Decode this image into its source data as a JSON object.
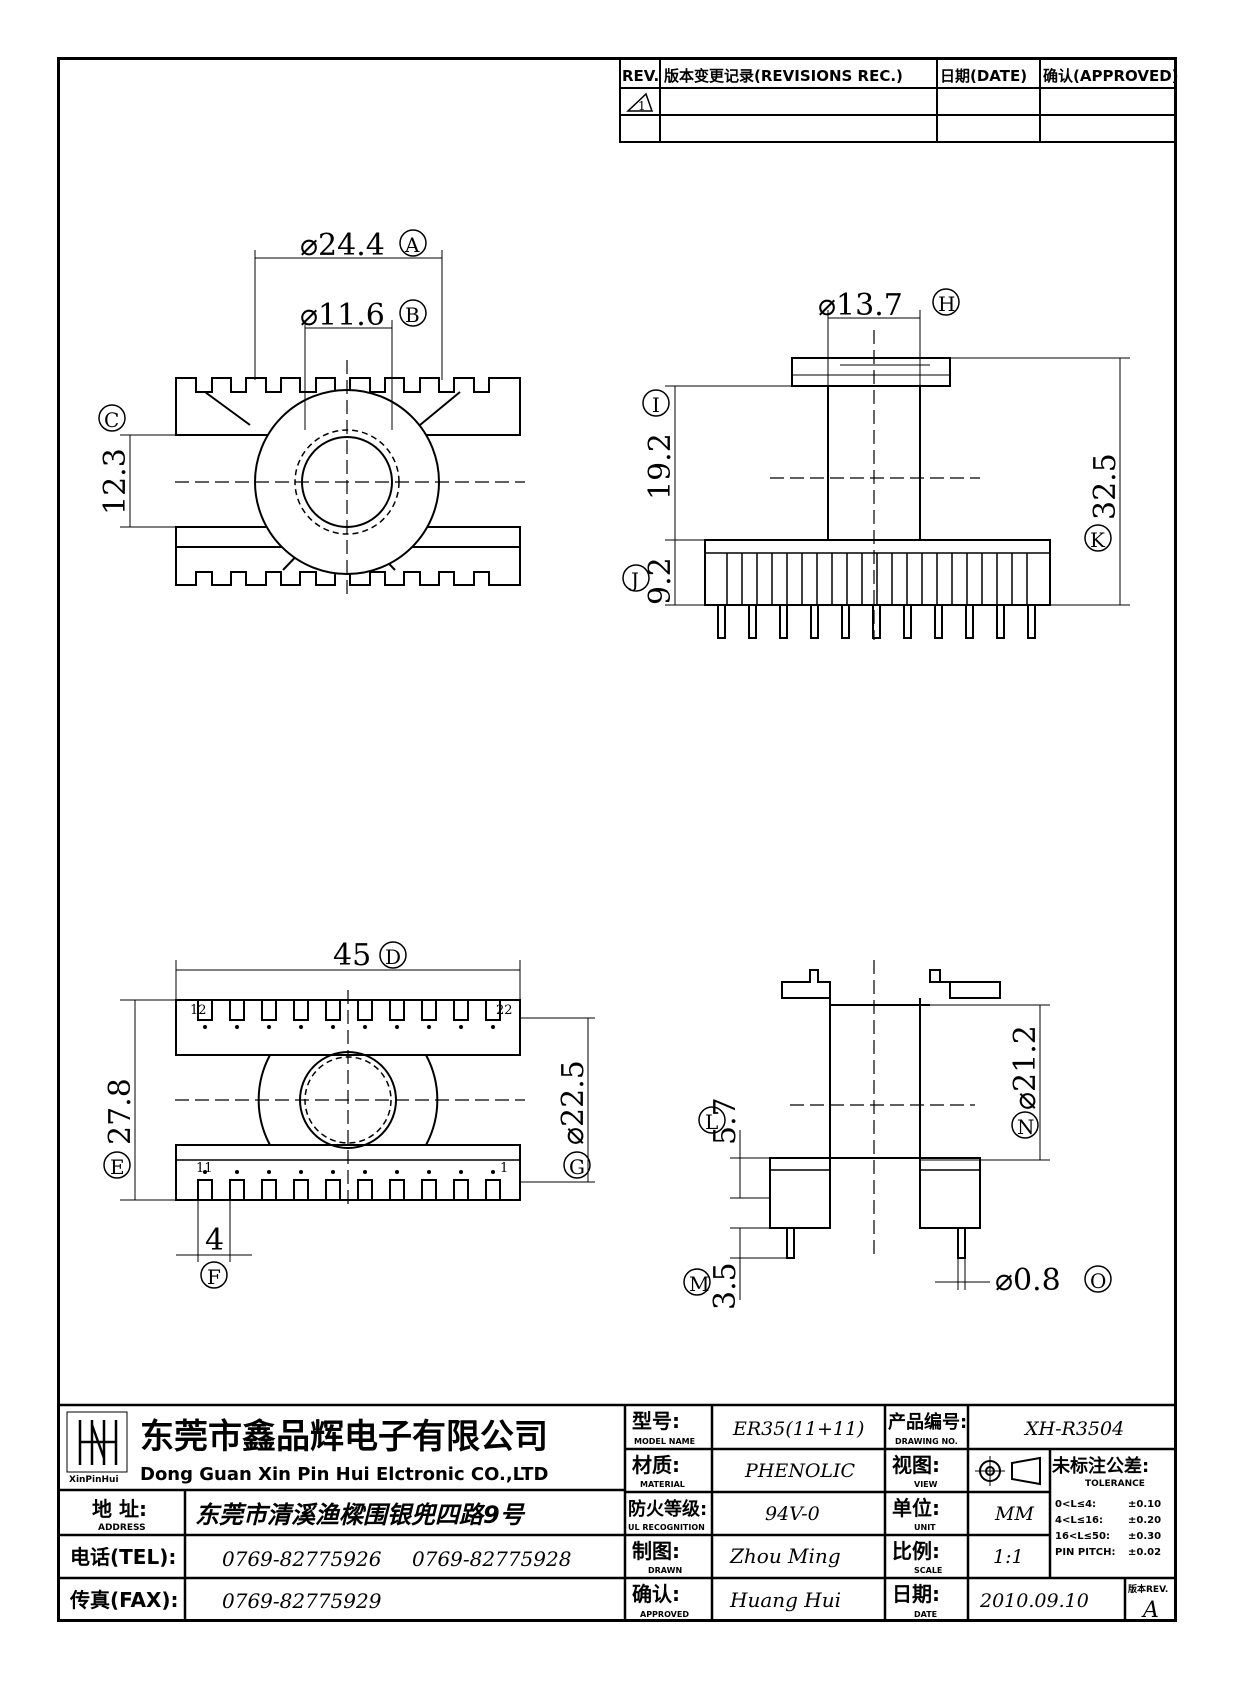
{
  "revision_table": {
    "headers": [
      "REV.",
      "版本变更记录(REVISIONS REC.)",
      "日期(DATE)",
      "确认(APPROVED)"
    ],
    "rev_symbol": "1"
  },
  "dimensions": {
    "A": {
      "value": "⌀24.4",
      "tag": "A"
    },
    "B": {
      "value": "⌀11.6",
      "tag": "B"
    },
    "C": {
      "value": "12.3",
      "tag": "C"
    },
    "D": {
      "value": "45",
      "tag": "D"
    },
    "E": {
      "value": "27.8",
      "tag": "E"
    },
    "F": {
      "value": "4",
      "tag": "F"
    },
    "G": {
      "value": "⌀22.5",
      "tag": "G"
    },
    "H": {
      "value": "⌀13.7",
      "tag": "H"
    },
    "I": {
      "value": "19.2",
      "tag": "I"
    },
    "J": {
      "value": "9.2",
      "tag": "J"
    },
    "K": {
      "value": "32.5",
      "tag": "K"
    },
    "L": {
      "value": "5.7",
      "tag": "L"
    },
    "M": {
      "value": "3.5",
      "tag": "M"
    },
    "N": {
      "value": "⌀21.2",
      "tag": "N"
    },
    "O": {
      "value": "⌀0.8",
      "tag": "O"
    }
  },
  "pin_labels": {
    "top_left": "12",
    "top_right": "22",
    "bottom_left": "11",
    "bottom_right": "1"
  },
  "title_block": {
    "company_cn": "东莞市鑫品辉电子有限公司",
    "company_en": "Dong Guan Xin Pin Hui Elctronic CO.,LTD",
    "logo_text": "XinPinHui",
    "address_label": "地 址:",
    "address_label_en": "ADDRESS",
    "address": "东莞市清溪渔樑围银兜四路9号",
    "tel_label": "电话(TEL):",
    "tel1": "0769-82775926",
    "tel2": "0769-82775928",
    "fax_label": "传真(FAX):",
    "fax": "0769-82775929",
    "model_label": "型号:",
    "model_label_en": "MODEL NAME",
    "model": "ER35(11+11)",
    "material_label": "材质:",
    "material_label_en": "MATERIAL",
    "material": "PHENOLIC",
    "ul_label": "防火等级:",
    "ul_label_en": "UL RECOGNITION",
    "ul": "94V-0",
    "drawn_label": "制图:",
    "drawn_label_en": "DRAWN",
    "drawn": "Zhou Ming",
    "approved_label": "确认:",
    "approved_label_en": "APPROVED",
    "approved": "Huang Hui",
    "drawing_no_label": "产品编号:",
    "drawing_no_label_en": "DRAWING NO.",
    "drawing_no": "XH-R3504",
    "view_label": "视图:",
    "view_label_en": "VIEW",
    "unit_label": "单位:",
    "unit_label_en": "UNIT",
    "unit": "MM",
    "scale_label": "比例:",
    "scale_label_en": "SCALE",
    "scale": "1:1",
    "date_label": "日期:",
    "date_label_en": "DATE",
    "date": "2010.09.10",
    "tolerance_label": "未标注公差:",
    "tolerance_label_en": "TOLERANCE",
    "tolerances": [
      {
        "range": "0<L≤4:",
        "value": "±0.10"
      },
      {
        "range": "4<L≤16:",
        "value": "±0.20"
      },
      {
        "range": "16<L≤50:",
        "value": "±0.30"
      },
      {
        "range": "PIN PITCH:",
        "value": "±0.02"
      }
    ],
    "rev_label": "版本REV.",
    "rev": "A"
  }
}
